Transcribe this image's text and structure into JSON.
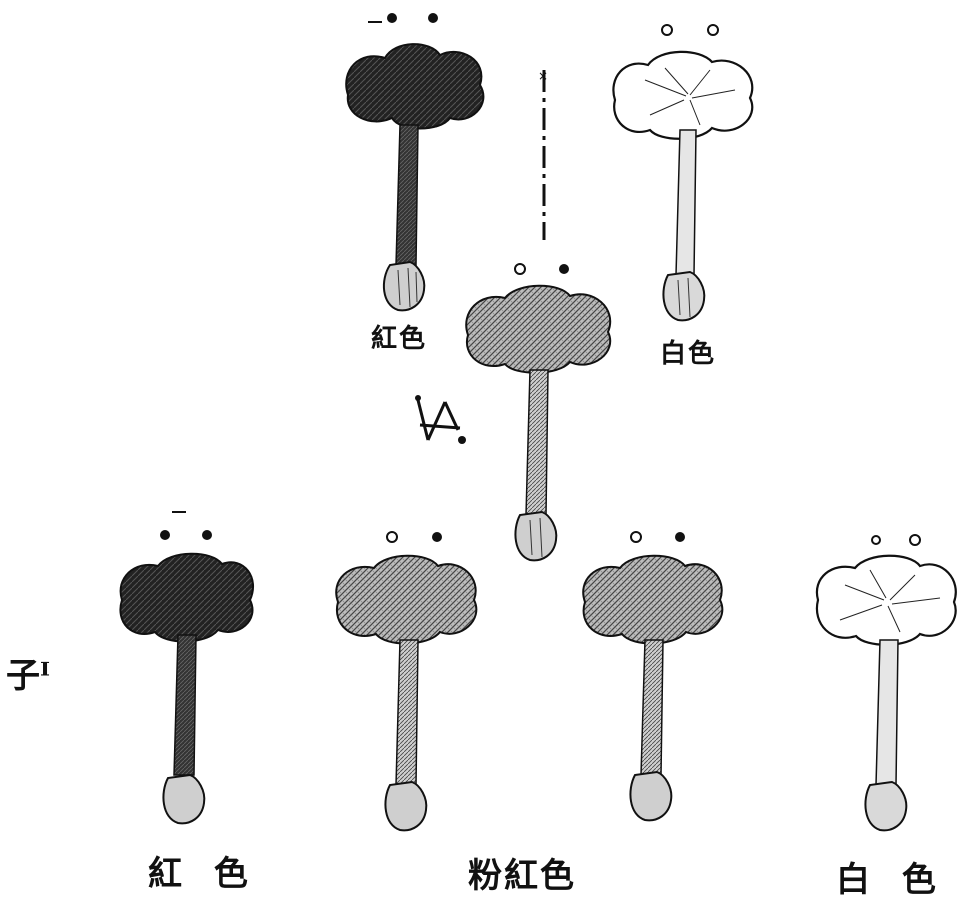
{
  "generations": {
    "f1_mark": "",
    "f2_mark": "子ᴵ"
  },
  "parents": {
    "red_label": "紅色",
    "white_label": "白色",
    "red_genes": "● ●",
    "white_genes": "○ ○"
  },
  "f1": {
    "genes": "○ ●",
    "label": ""
  },
  "f2": {
    "red_label": "紅 色",
    "pink_label": "粉紅色",
    "white_label": "白 色",
    "genes": [
      "● ●",
      "○ ●",
      "○ ●",
      "○ ○"
    ]
  },
  "colors": {
    "ink": "#111111",
    "red_flower": "#1a1a1a",
    "pink_flower": "#6a6a6a",
    "white_flower": "#ffffff"
  }
}
